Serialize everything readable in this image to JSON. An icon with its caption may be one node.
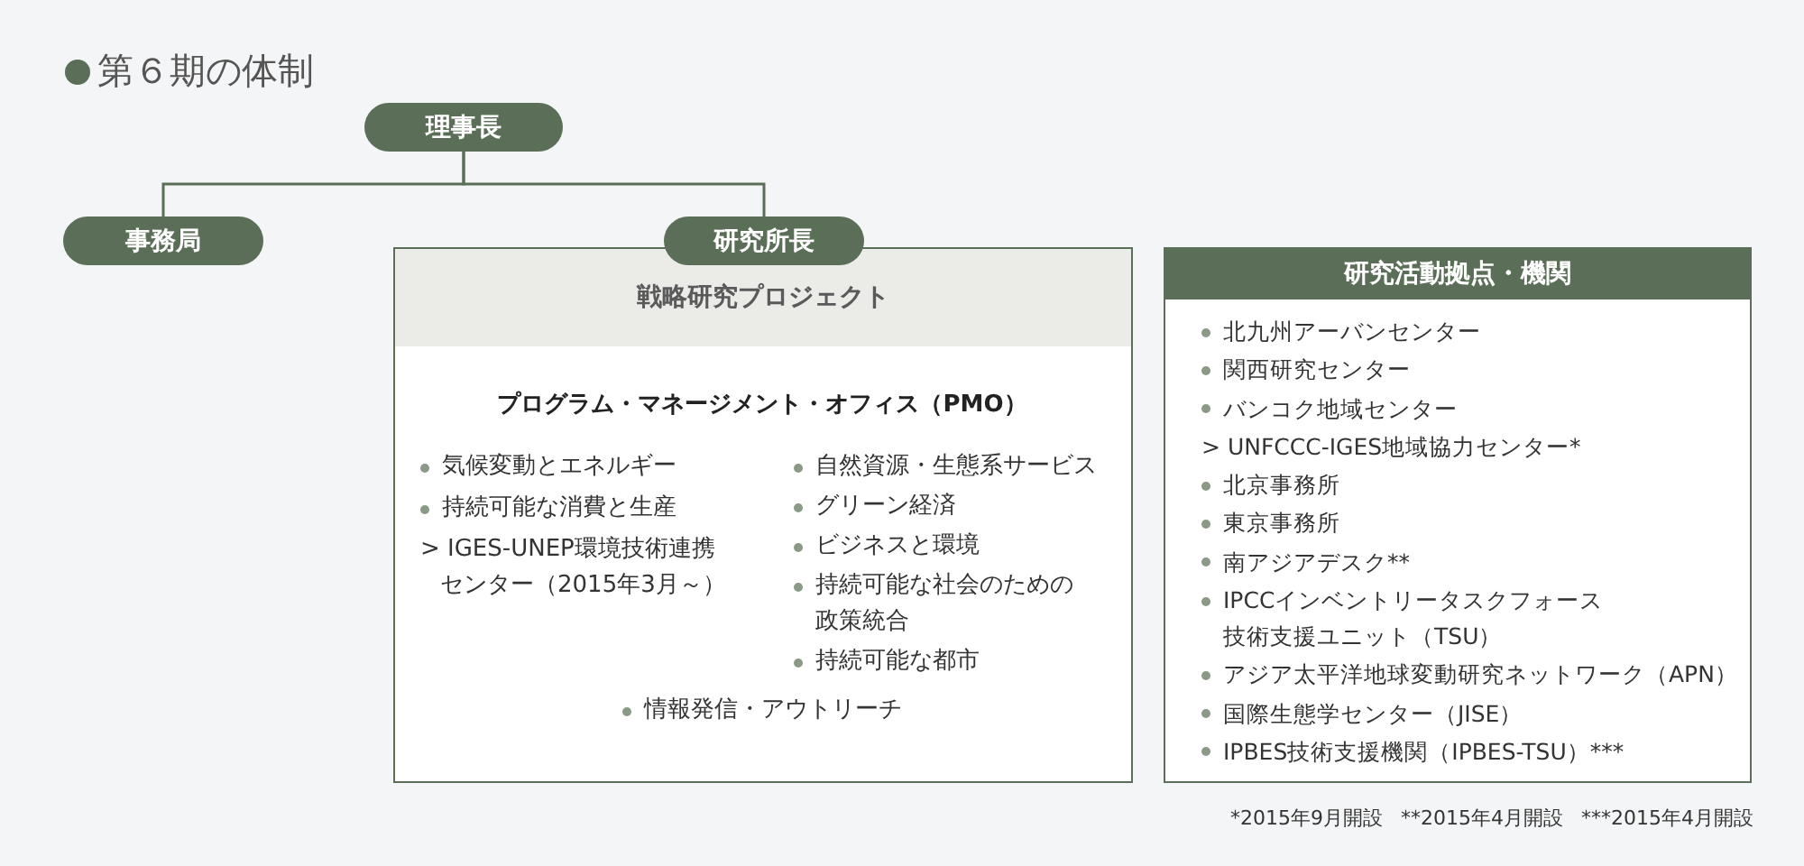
{
  "diagram": {
    "title": "第６期の体制",
    "nodes": [
      {
        "text": [
          "理事長"
        ]
      },
      {
        "text": [
          "事務局"
        ]
      },
      {
        "text": [
          "研究所長"
        ]
      },
      {
        "text": [
          "戦略研究プロジェクト",
          "プログラム・マネージメント・オフィス（PMO）",
          "気候変動とエネルギー",
          "持続可能な消費と生産",
          "> IGES-UNEP環境技術連携センター（2015年3月～）",
          "自然資源・生態系サービス",
          "グリーン経済",
          "ビジネスと環境",
          "持続可能な社会のための政策統合",
          "持続可能な都市",
          "情報発信・アウトリーチ"
        ]
      },
      {
        "text": [
          "研究活動拠点・機関",
          "北九州アーバンセンター",
          "関西研究センター",
          "バンコク地域センター",
          "> UNFCCC-IGES地域協力センター*",
          "北京事務所",
          "東京事務所",
          "南アジアデスク**",
          "IPCCインベントリータスクフォース技術支援ユニット（TSU）",
          "アジア太平洋地球変動研究ネットワーク（APN）",
          "国際生態学センター（JISE）",
          "IPBES技術支援機関（IPBES-TSU）***"
        ]
      }
    ],
    "edges": [
      {
        "from": 0,
        "to": 1,
        "arrow": "none"
      },
      {
        "from": 0,
        "to": 2,
        "arrow": "none"
      }
    ],
    "labels": [
      "*2015年9月開設",
      "**2015年4月開設",
      "***2015年4月開設"
    ]
  }
}
